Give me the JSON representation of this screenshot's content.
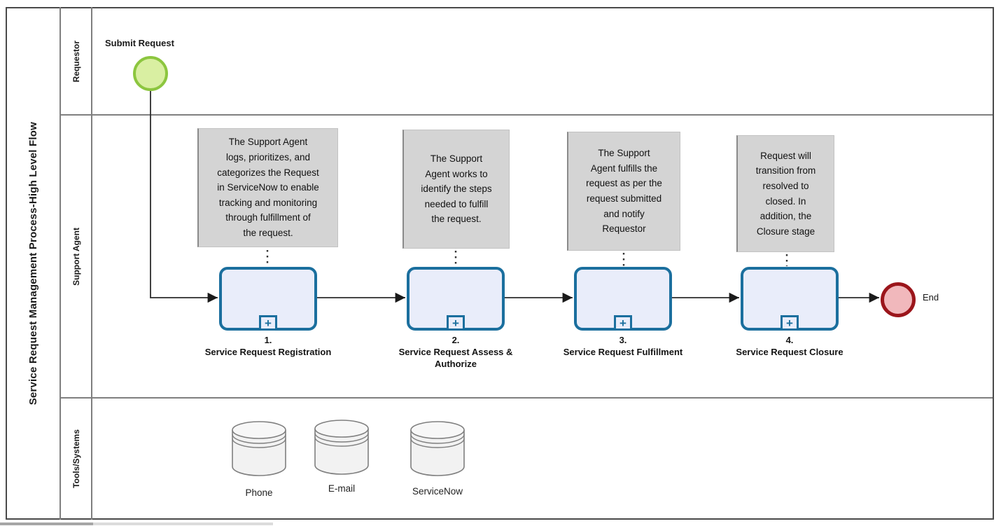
{
  "pool": {
    "title": "Service Request Management Process-High Level Flow",
    "lanes": [
      {
        "label": "Requestor"
      },
      {
        "label": "Support Agent"
      },
      {
        "label": "Tools/Systems"
      }
    ]
  },
  "events": {
    "start": {
      "label": "Submit Request"
    },
    "end": {
      "label": "End"
    }
  },
  "tasks": [
    {
      "number": "1.",
      "name": "Service Request Registration",
      "marker": "+",
      "annotation": "The Support Agent\nlogs, prioritizes, and\ncategorizes the Request\nin ServiceNow to enable\ntracking and monitoring\nthrough fulfillment of\nthe request."
    },
    {
      "number": "2.",
      "name": "Service Request Assess &\nAuthorize",
      "marker": "+",
      "annotation": "The Support\nAgent works to\nidentify the steps\nneeded to fulfill\nthe request."
    },
    {
      "number": "3.",
      "name": "Service Request Fulfillment",
      "marker": "+",
      "annotation": "The Support\nAgent fulfills the\nrequest as per the\nrequest submitted\nand notify\nRequestor"
    },
    {
      "number": "4.",
      "name": "Service Request Closure",
      "marker": "+",
      "annotation": "Request will\ntransition from\nresolved to\nclosed. In\naddition, the\nClosure stage"
    }
  ],
  "datastores": [
    {
      "label": "Phone"
    },
    {
      "label": "E-mail"
    },
    {
      "label": "ServiceNow"
    }
  ],
  "colors": {
    "task_border": "#1b6f9e",
    "task_fill": "#e9edfa",
    "start_fill": "#d9efa2",
    "start_border": "#8cc63f",
    "end_fill": "#f1b8bc",
    "end_border": "#9b151b",
    "annotation_fill": "#d4d4d4",
    "lane_line": "#7f7f7f",
    "flow_line": "#2b2b2b"
  }
}
